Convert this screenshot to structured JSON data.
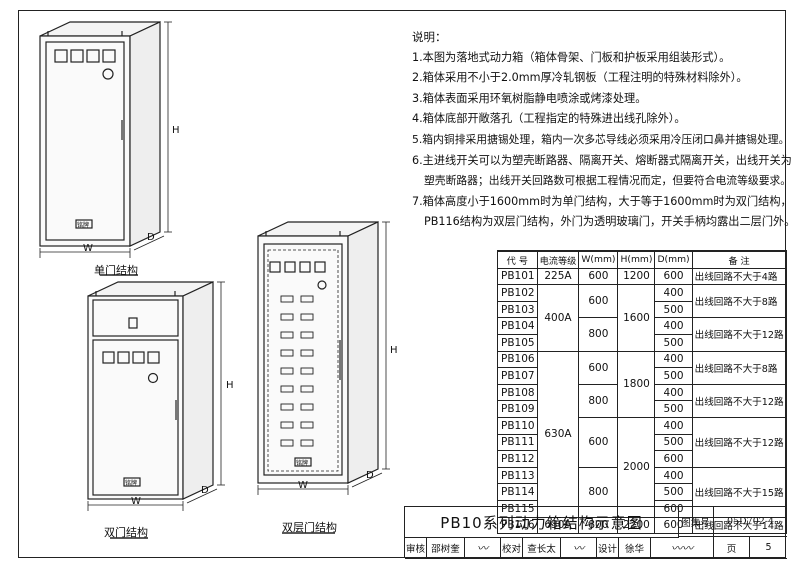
{
  "notes": {
    "heading": "说明：",
    "items": [
      "1.本图为落地式动力箱（箱体骨架、门板和护板采用组装形式）。",
      "2.箱体采用不小于2.0mm厚冷轧钢板（工程注明的特殊材料除外）。",
      "3.箱体表面采用环氧树脂静电喷涂或烤漆处理。",
      "4.箱体底部开敞落孔（工程指定的特殊进出线孔除外）。",
      "5.箱内铜排采用搪锡处理，箱内一次多芯导线必须采用冷压闭口鼻并搪锡处理。",
      "6.主进线开关可以为塑壳断路器、隔离开关、熔断器式隔离开关，出线开关为",
      "塑壳断路器；出线开关回路数可根据工程情况而定，但要符合电流等级要求。",
      "7.箱体高度小于1600mm时为单门结构，大于等于1600mm时为双门结构，",
      "PB116结构为双层门结构，外门为透明玻璃门，开关手柄均露出二层门外。"
    ]
  },
  "table": {
    "headers": [
      "代 号",
      "电流等级",
      "W(mm)",
      "H(mm)",
      "D(mm)",
      "备 注"
    ],
    "codes": [
      "PB101",
      "PB102",
      "PB103",
      "PB104",
      "PB105",
      "PB106",
      "PB107",
      "PB108",
      "PB109",
      "PB110",
      "PB111",
      "PB112",
      "PB113",
      "PB114",
      "PB115",
      "PB116"
    ],
    "current": {
      "r1": "225A",
      "g1": "400A",
      "g2": "630A",
      "r16": "630A"
    },
    "w": {
      "r1": "600",
      "a": "600",
      "b": "800",
      "c": "600",
      "d": "800",
      "e": "600",
      "f": "800",
      "r16": "800"
    },
    "h": {
      "r1": "1200",
      "a": "1600",
      "b": "1800",
      "c": "2000",
      "r16": "2200"
    },
    "d": [
      "600",
      "400",
      "500",
      "400",
      "500",
      "400",
      "500",
      "400",
      "500",
      "400",
      "500",
      "600",
      "400",
      "500",
      "600",
      "600"
    ],
    "remarks": {
      "r1": "出线回路不大于4路",
      "a": "出线回路不大于8路",
      "b": "出线回路不大于12路",
      "c": "出线回路不大于8路",
      "d": "出线回路不大于12路",
      "e": "出线回路不大于12路",
      "f": "出线回路不大于15路",
      "r16": "出线回路不大于14路"
    }
  },
  "title_block": {
    "title": "PB10系列动力箱结构示意图",
    "atlas_label": "图集号",
    "atlas_no": "05D702-4",
    "review_label": "审核",
    "reviewer": "邵树奎",
    "check_label": "校对",
    "checker": "查长太",
    "design_label": "设计",
    "designer": "徐华",
    "page_label": "页",
    "page_no": "5"
  },
  "drawings": {
    "single_door": "单门结构",
    "double_door": "双门结构",
    "double_layer": "双层门结构",
    "dim_w": "W",
    "dim_h": "H",
    "dim_d": "D",
    "nameplate": "铭牌"
  }
}
